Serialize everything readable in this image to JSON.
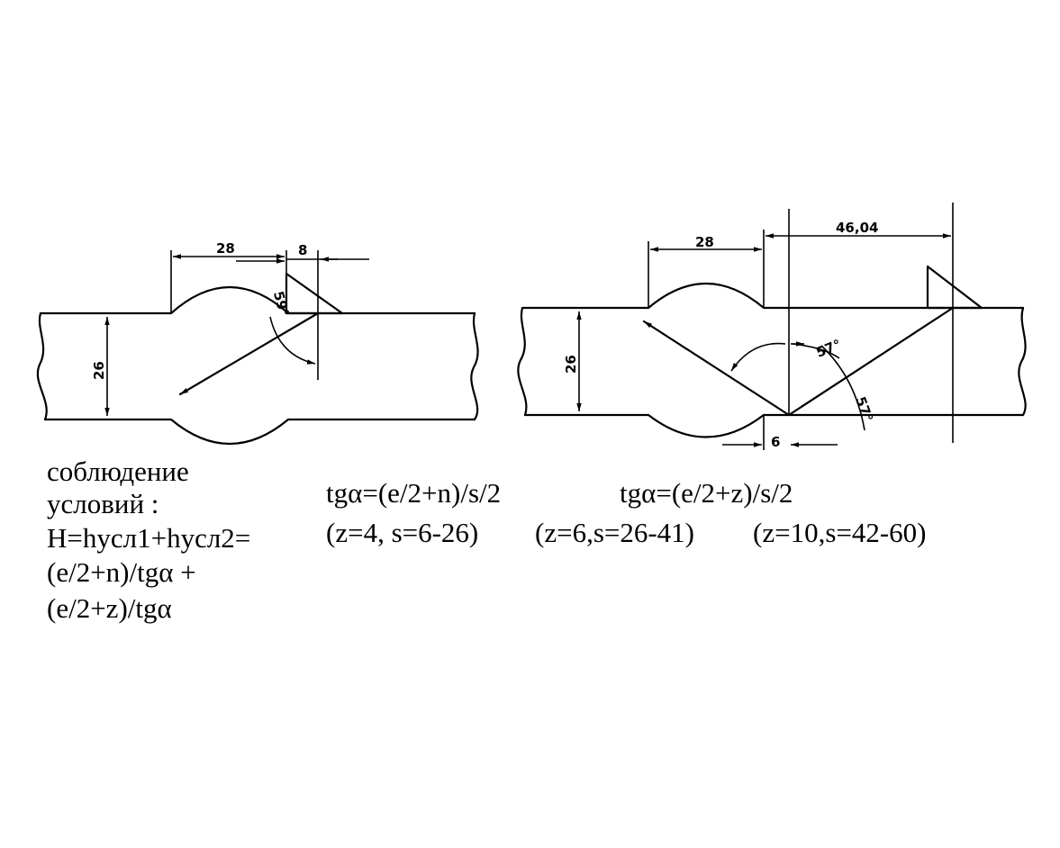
{
  "left_diagram": {
    "dim_width": "28",
    "dim_offset": "8",
    "dim_thickness": "26",
    "angle": "59°"
  },
  "right_diagram": {
    "dim_width": "28",
    "dim_distance": "46,04",
    "dim_thickness": "26",
    "dim_gap": "6",
    "angle_top": "57°",
    "angle_right": "57°"
  },
  "text": {
    "condition_line1": "соблюдение",
    "condition_line2": "условий :",
    "condition_line3": "H=hусл1+hусл2=",
    "condition_line4": "(e/2+n)/tgα +",
    "condition_line5": "(e/2+z)/tgα",
    "formula_n": "tgα=(e/2+n)/s/2",
    "formula_z": "tgα=(e/2+z)/s/2",
    "range_1": "(z=4, s=6-26)",
    "range_2": "(z=6,s=26-41)",
    "range_3": "(z=10,s=42-60)"
  }
}
